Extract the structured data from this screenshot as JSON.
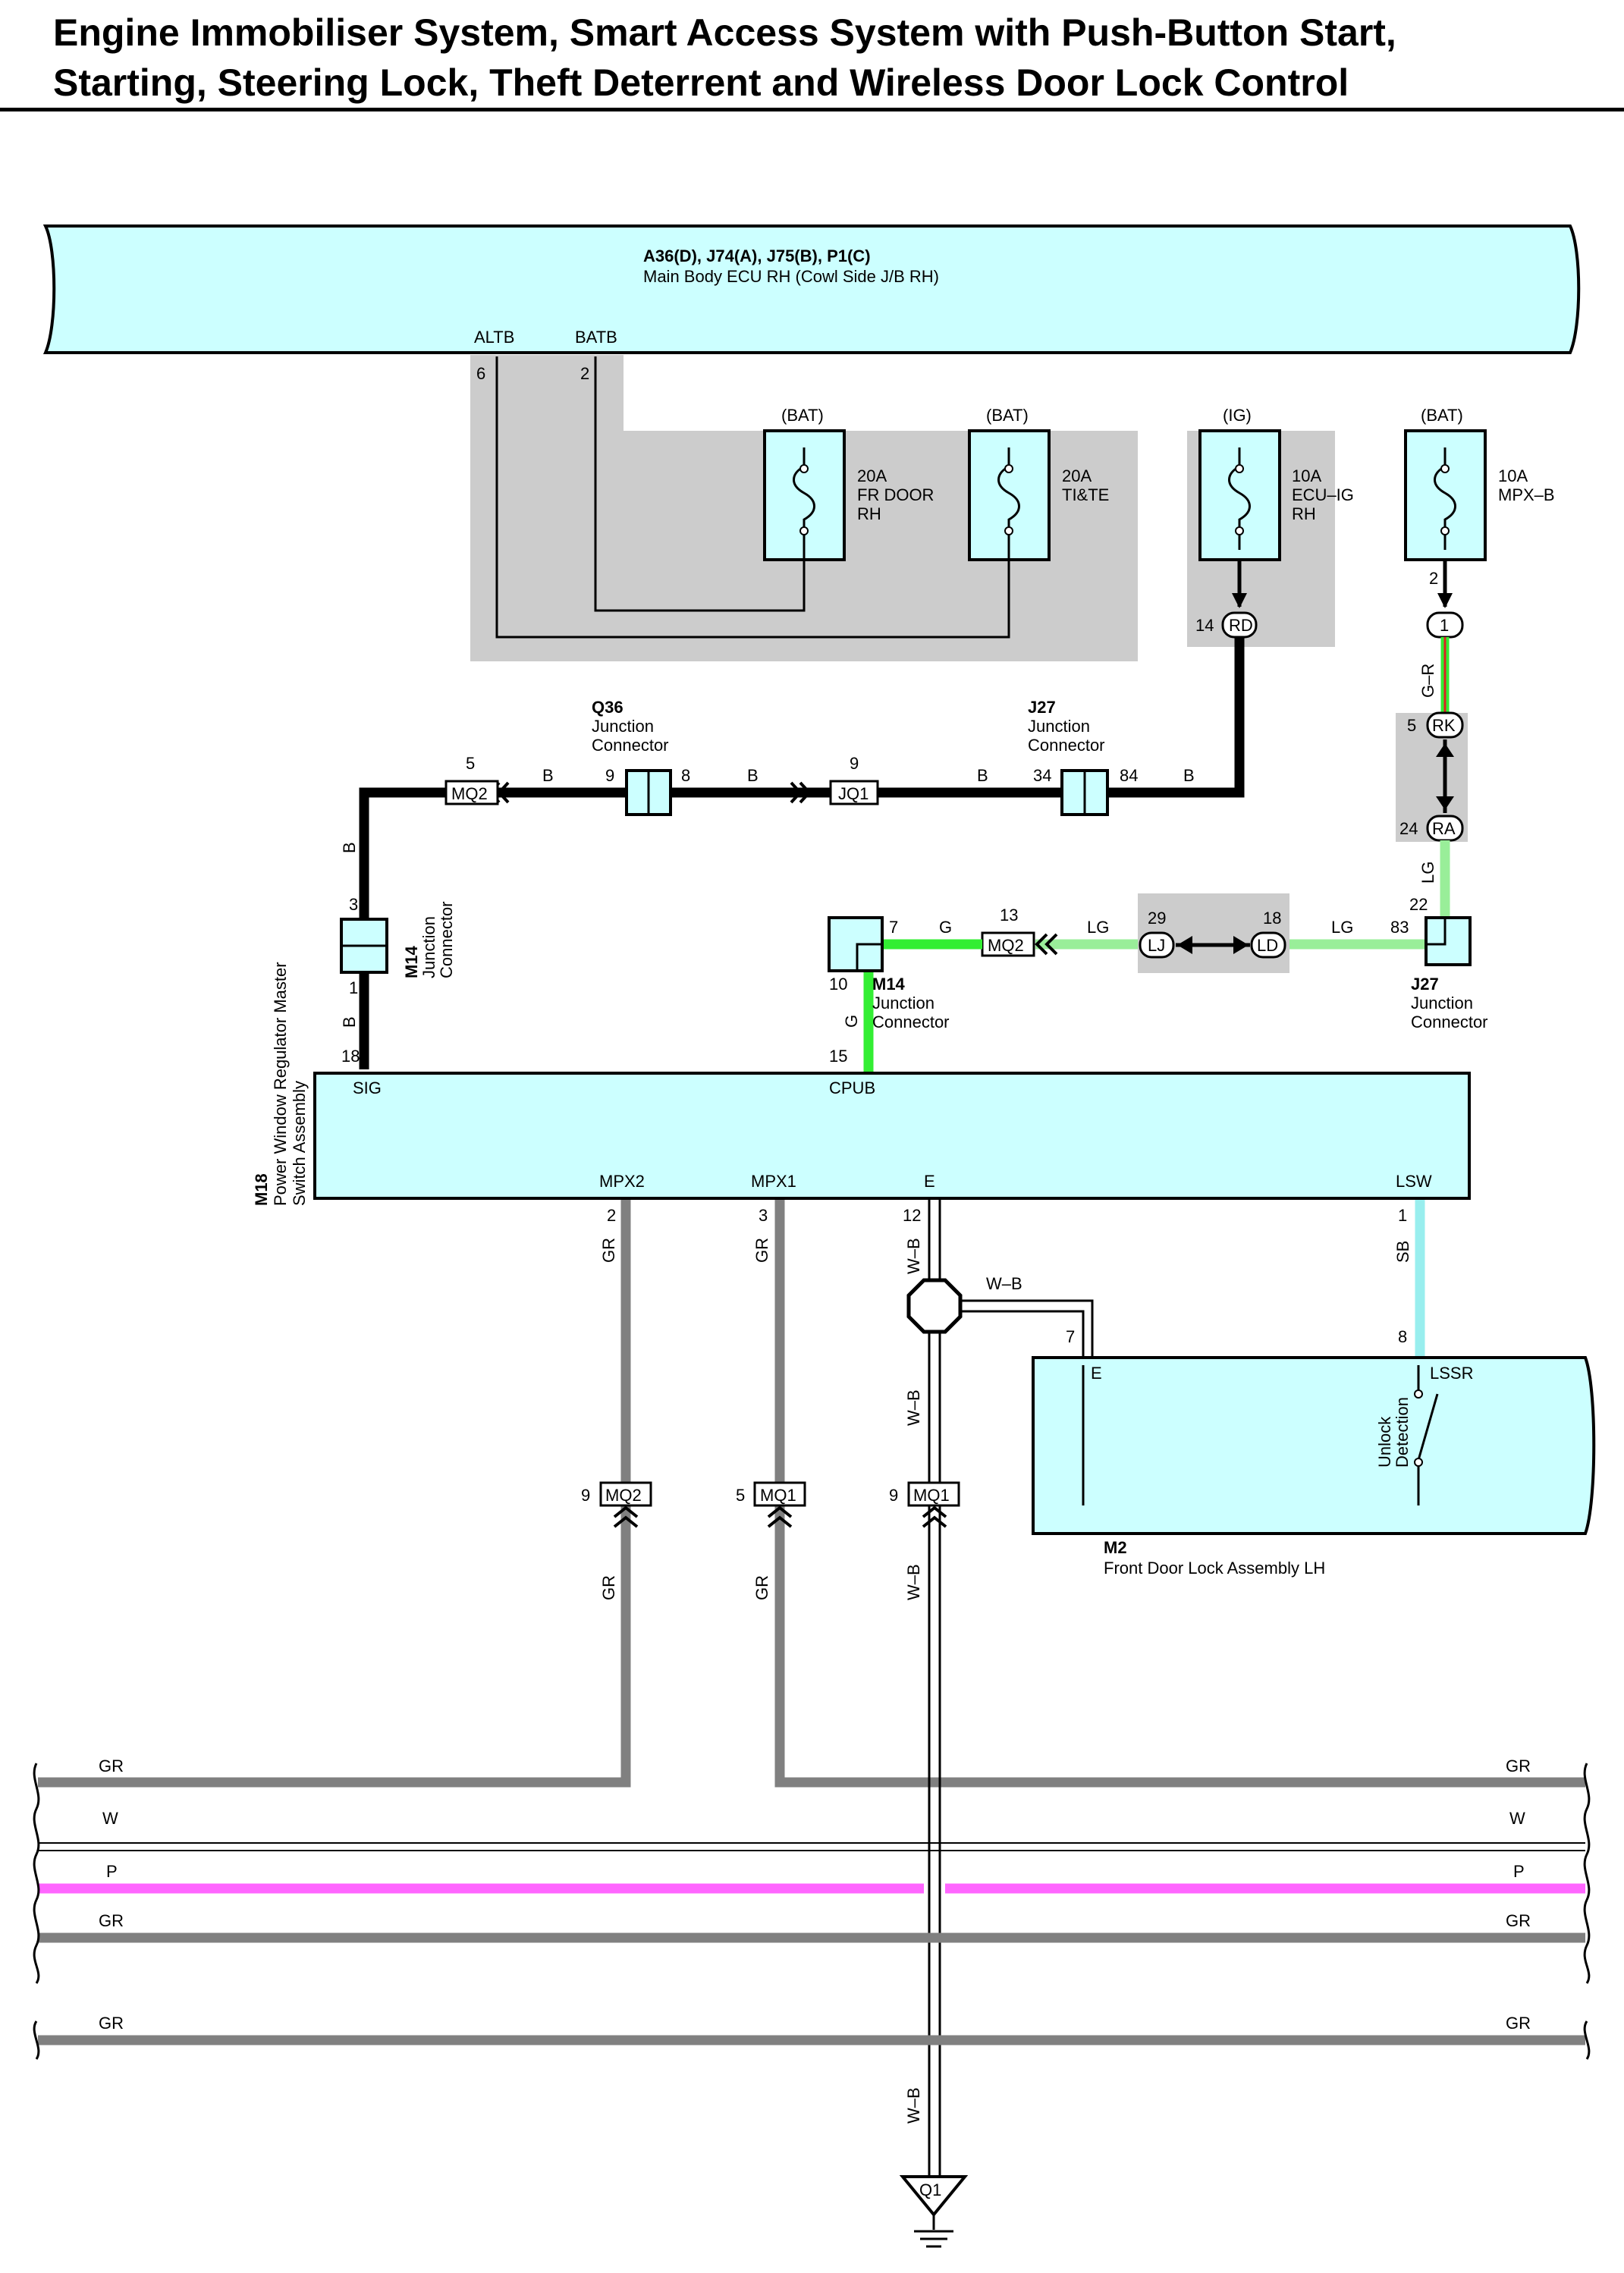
{
  "title": {
    "line1": "Engine Immobiliser System, Smart Access System with Push-Button Start,",
    "line2": "Starting, Steering Lock, Theft Deterrent and Wireless Door Lock Control"
  },
  "colors": {
    "component_fill": "#ccffff",
    "shade": "#cccccc",
    "wire_B": "#000000",
    "wire_G": "#33ee33",
    "wire_LG": "#99ee99",
    "wire_GR": "#808080",
    "wire_SB": "#99eeee",
    "wire_P": "#ff66ff",
    "wire_GR_stripe": "#dd2222"
  },
  "components": {
    "main_ecu": {
      "code": "A36(D), J74(A), J75(B), P1(C)",
      "name": "Main Body ECU RH (Cowl Side J/B RH)",
      "pin_altb": "ALTB",
      "pin_batb": "BATB",
      "pin_altb_no": "6",
      "pin_batb_no": "2"
    },
    "pwr_switch": {
      "code": "M18",
      "name1": "Power Window Regulator Master",
      "name2": "Switch Assembly",
      "pin_sig": "SIG",
      "pin_cpub": "CPUB",
      "pin_mpx2": "MPX2",
      "pin_mpx1": "MPX1",
      "pin_e": "E",
      "pin_lsw": "LSW",
      "no_sig": "18",
      "no_cpub": "15",
      "no_mpx2": "2",
      "no_mpx1": "3",
      "no_e": "12",
      "no_lsw": "1"
    },
    "door_lock": {
      "code": "M2",
      "name": "Front Door Lock Assembly LH",
      "pin_e": "E",
      "pin_lssr": "LSSR",
      "no_e": "7",
      "no_lssr": "8",
      "switch_label1": "Unlock",
      "switch_label2": "Detection"
    },
    "q36": {
      "code": "Q36",
      "name1": "Junction",
      "name2": "Connector",
      "pin_a": "9",
      "pin_b": "8"
    },
    "j27_top": {
      "code": "J27",
      "name1": "Junction",
      "name2": "Connector",
      "pin_a": "34",
      "pin_b": "84"
    },
    "j27_right": {
      "code": "J27",
      "name1": "Junction",
      "name2": "Connector",
      "pin_a": "83",
      "pin_b": "22"
    },
    "m14_left": {
      "code": "M14",
      "name1": "Junction",
      "name2": "Connector",
      "pin_a": "3",
      "pin_b": "1"
    },
    "m14_mid": {
      "code": "M14",
      "name1": "Junction",
      "name2": "Connector",
      "pin_a": "7",
      "pin_b": "10"
    },
    "ground": {
      "code": "Q1"
    }
  },
  "fuses": [
    {
      "source": "(BAT)",
      "rating": "20A",
      "name1": "FR DOOR",
      "name2": "RH"
    },
    {
      "source": "(BAT)",
      "rating": "20A",
      "name1": "TI&TE",
      "name2": ""
    },
    {
      "source": "(IG)",
      "rating": "10A",
      "name1": "ECU–IG",
      "name2": "RH"
    },
    {
      "source": "(BAT)",
      "rating": "10A",
      "name1": "MPX–B",
      "name2": ""
    }
  ],
  "connectors": {
    "rd": {
      "code": "RD",
      "pin": "14"
    },
    "one": {
      "code": "1",
      "pin": "2"
    },
    "rk": {
      "code": "RK",
      "pin": "5"
    },
    "ra": {
      "code": "RA",
      "pin": "24"
    },
    "lj": {
      "code": "LJ",
      "pin": "29"
    },
    "ld": {
      "code": "LD",
      "pin": "18"
    },
    "mq2_b": {
      "code": "MQ2",
      "pin": "5"
    },
    "jq1": {
      "code": "JQ1",
      "pin": "9"
    },
    "mq2_g": {
      "code": "MQ2",
      "pin": "13"
    },
    "mq2_bot": {
      "code": "MQ2",
      "pin": "9"
    },
    "mq1_a": {
      "code": "MQ1",
      "pin": "5"
    },
    "mq1_b": {
      "code": "MQ1",
      "pin": "9"
    }
  },
  "wire_labels": {
    "b": "B",
    "g": "G",
    "lg": "LG",
    "gr": "GR",
    "g_r": "G–R",
    "w_b": "W–B",
    "sb": "SB",
    "w": "W",
    "p": "P"
  }
}
